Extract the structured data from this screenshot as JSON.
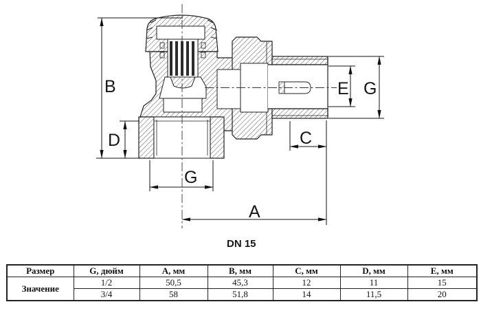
{
  "diagram": {
    "caption": "DN 15",
    "dim_labels": {
      "b": "B",
      "d": "D",
      "g_bottom": "G",
      "e": "E",
      "g_right": "G",
      "c": "C",
      "a": "A"
    }
  },
  "table": {
    "headers": [
      "Размер",
      "G, дюйм",
      "A, мм",
      "B, мм",
      "C, мм",
      "D, мм",
      "E, мм"
    ],
    "row_label": "Значение",
    "rows": [
      [
        "1/2",
        "50,5",
        "45,3",
        "12",
        "11",
        "15"
      ],
      [
        "3/4",
        "58",
        "51,8",
        "14",
        "11,5",
        "20"
      ]
    ]
  },
  "colors": {
    "line": "#1c1c1c",
    "hatch": "#575757",
    "background": "#ffffff"
  }
}
